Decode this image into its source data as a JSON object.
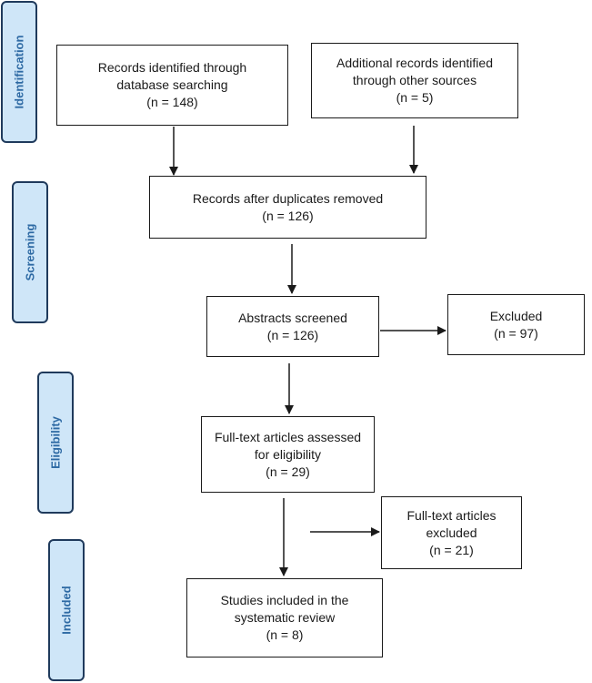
{
  "phases": {
    "identification": "Identification",
    "screening": "Screening",
    "eligibility": "Eligibility",
    "included": "Included"
  },
  "boxes": {
    "database_records": {
      "lines": [
        "Records identified through",
        "database searching",
        "(n = 148)"
      ]
    },
    "other_records": {
      "lines": [
        "Additional records identified",
        "through other sources",
        "(n = 5)"
      ]
    },
    "after_duplicates": {
      "lines": [
        "Records after duplicates removed",
        "(n = 126)"
      ]
    },
    "abstracts_screened": {
      "lines": [
        "Abstracts screened",
        "(n = 126)"
      ]
    },
    "excluded": {
      "lines": [
        "Excluded",
        "(n = 97)"
      ]
    },
    "fulltext_assessed": {
      "lines": [
        "Full-text articles assessed",
        "for eligibility",
        "(n = 29)"
      ]
    },
    "fulltext_excluded": {
      "lines": [
        "Full-text articles",
        "excluded",
        "(n = 21)"
      ]
    },
    "studies_included": {
      "lines": [
        "Studies included in the",
        "systematic review",
        "(n = 8)"
      ]
    }
  },
  "colors": {
    "phase_fill": "#cfe6f8",
    "phase_border": "#1f3a5c",
    "phase_text": "#2e6aa4",
    "box_border": "#1a1a1a"
  }
}
